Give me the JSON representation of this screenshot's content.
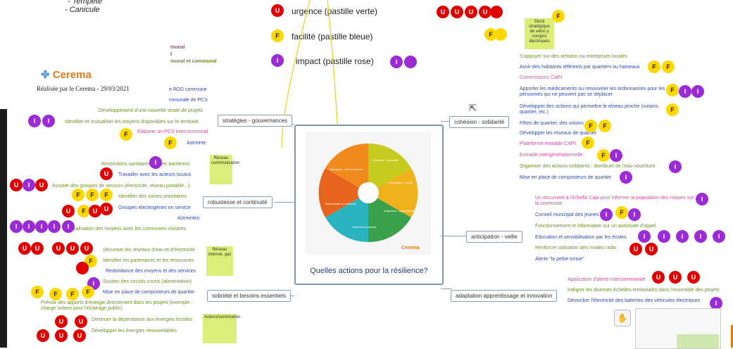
{
  "top_notes": {
    "line1": "- Tempête",
    "line2": "- Canicule"
  },
  "legend": [
    {
      "badge": "U",
      "label": "urgence (pastille verte)"
    },
    {
      "badge": "F",
      "label": "facilité (pastille bleue)"
    },
    {
      "badge": "I",
      "label": "impact (pastille rose)"
    }
  ],
  "legend_faded": [
    "munal",
    "l",
    "munal et communal"
  ],
  "cerema": {
    "logo": "Cerema",
    "made_by": "Réalisée par le Cerema - 29/03/2021"
  },
  "center": {
    "title": "Quelles actions pour la résilience?",
    "logo": "Cerema",
    "segments": [
      "Stratégies - Gouvernances",
      "Cohésion - Solidarité",
      "Anticipation - Veille",
      "Adaptation, apprentissage et innovation",
      "Sobriété et besoins essentiels",
      "Robustesse et continuité"
    ]
  },
  "branches": {
    "strategies": "stratégies - gouvernances",
    "robustesse": "robustesse et continuité",
    "sobriete": "sobriété et besoins essentiels",
    "cohesion": "cohésion - solidarité",
    "anticipation": "anticipation - veille",
    "adaptation": "adaptation apprentissage et innovation"
  },
  "strategies_items": [
    "e RDD commune",
    "mmunale de PCS",
    "Développement d'une nouvelle strate de projets",
    "Identifier et mutualiser les moyens disponibles sur le territoire",
    "Elaborer un PCS intercommunal",
    "Astreinte"
  ],
  "robustesse_items": [
    "Restrictions sanitaires (gestes barrières)",
    "Travailler avec les acteurs locaux",
    "Assurer des groupes de secours (électricité, réseau portable...)",
    "Identifier des voiries prioritaires",
    "Groupes électrogènes en service",
    "Astreintes",
    "Mutualisation des moyens avec les communes voisines"
  ],
  "sobriete_items": [
    "Sécuriser les réseaux d'eau et d'électricité",
    "Identifier les partenaires et les ressources",
    "Redondance des moyens et des services",
    "Soutien des circuits courts (alimentation)",
    "Mise en place de composteurs de quartier",
    "Prévoir des apports d'énergie directement dans les projets (exemple : charge solaire pour l'éclairage public)",
    "Diminuer la dépendance aux énergies fossiles",
    "Développer les énergies renouvelables"
  ],
  "cohesion_items": [
    "S'appuyer sur des artisans ou entreprises locales",
    "Avoir des habitants référents par quartiers ou hameaux",
    "Commissions CAPI",
    "Apporter les médicaments ou renouveler les ordonnances pour les personnes qui ne peuvent pas se déplacer",
    "Développer des actions qui permettre le réseau proche (voisins, quartier, etc.)",
    "Fêtes de quartier, des voisins",
    "Développer les réseaux de quartier",
    "Plateforme entraide CAPI",
    "Entraide intergénérationnelle",
    "Organiser des actions solidaires : distribuer de l'eau nourriture",
    "Mise en place de composteurs de quartier"
  ],
  "anticipation_items": [
    "Un document à l'échelle Capi pour informer la population des risques sur la commune",
    "Conseil municipal des jeunes",
    "Fonctionnement et information sur un automate d'appel",
    "Education et sensibilisation par les écoles",
    "Renforcer utilisation des modes radio",
    "Alerte \"la petite tortue\""
  ],
  "adaptation_items": [
    "Application d'alerte intercommunale",
    "Intégrer les diverses échelles territoriales dans l'ensemble des projets",
    "Déstocker l'électricité des batteries des véhicules électriques"
  ],
  "notes": {
    "stock": "Stock stratégique de vélos y compris électriques",
    "reseau_comm": "Réseau communication",
    "reseau_internet": "Réseau internet, gaz",
    "autoconso": "Autoconsommation"
  },
  "colors": {
    "urgence": "#e00000",
    "facilite": "#ffd800",
    "impact": "#9b2bd4",
    "orange": "#f08a1c",
    "yellowgreen": "#c6cc1e",
    "teal": "#2ab4c0",
    "green": "#3aa04a",
    "note": "#d9ef77"
  }
}
